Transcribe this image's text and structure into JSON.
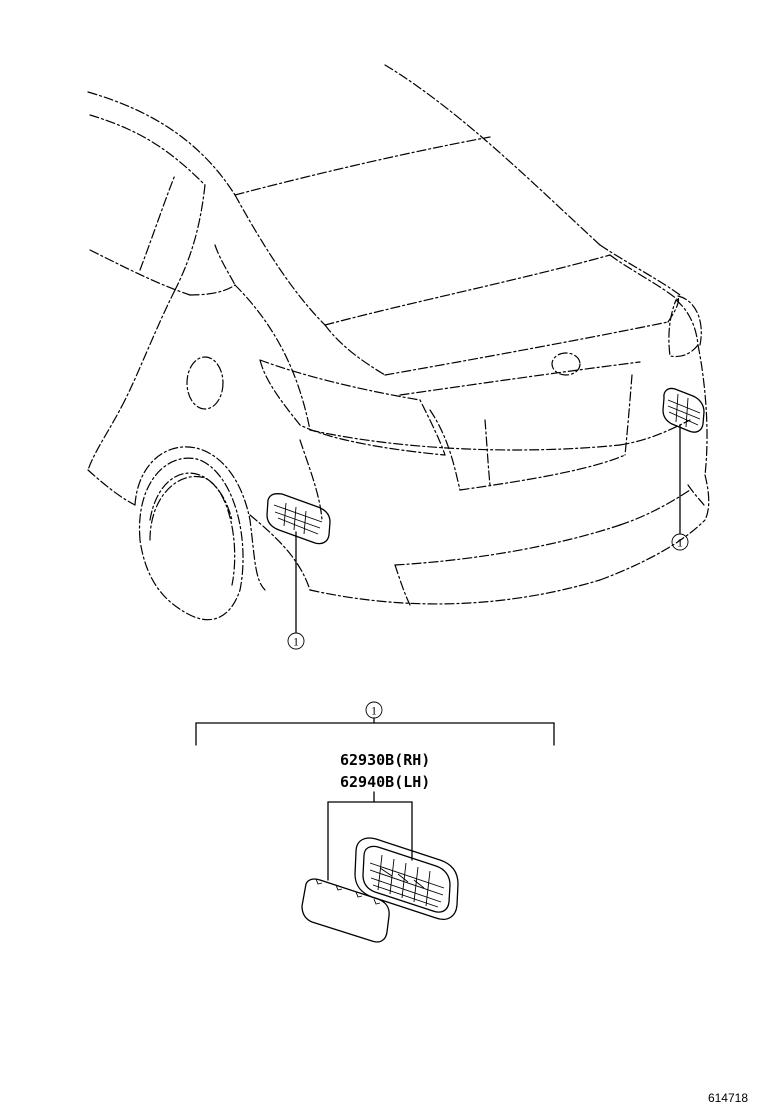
{
  "callouts": {
    "left_marker": "1",
    "right_marker": "1",
    "group_marker": "1"
  },
  "parts": [
    {
      "number": "62930B",
      "side": "(RH)"
    },
    {
      "number": "62940B",
      "side": "(LH)"
    }
  ],
  "diagram_code": "614718"
}
